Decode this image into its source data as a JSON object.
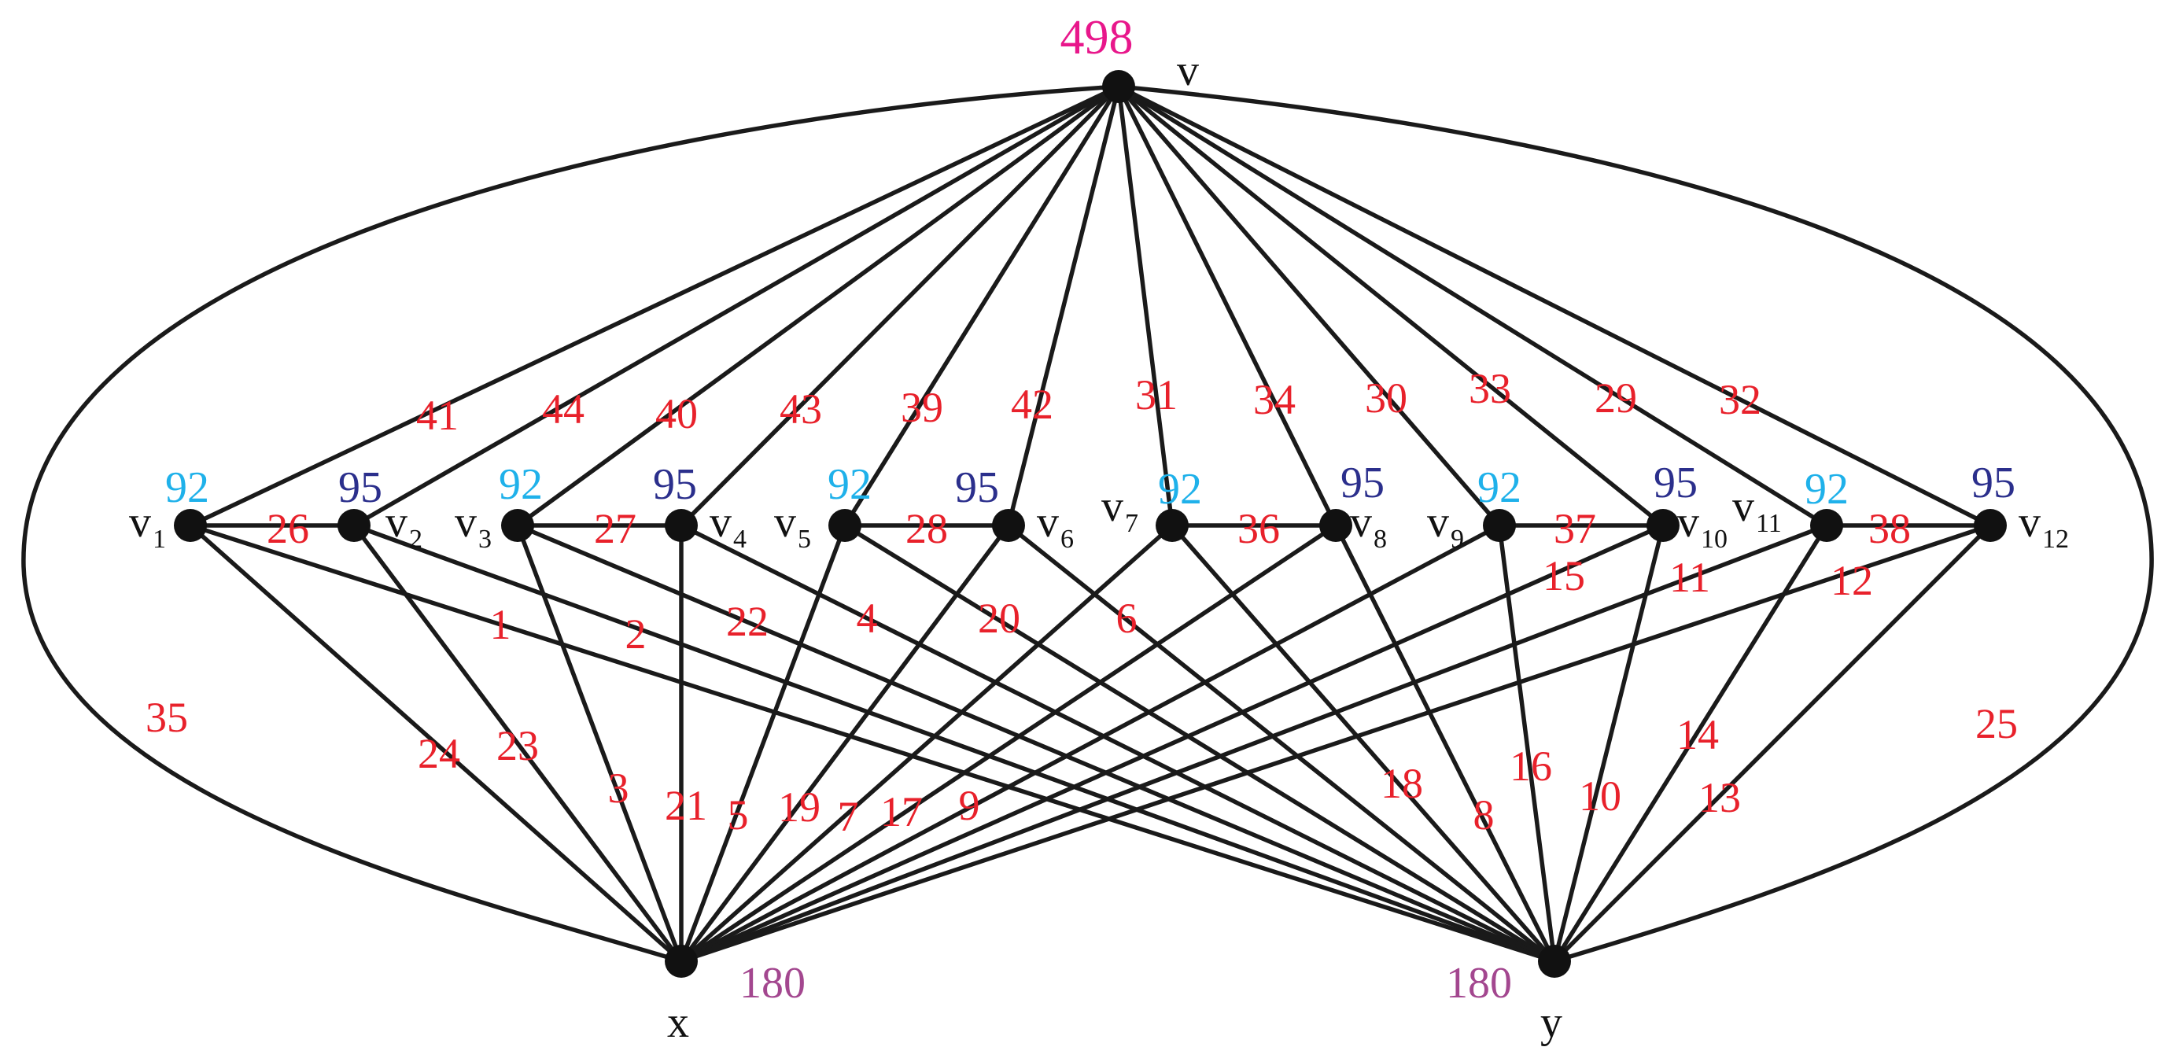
{
  "colors": {
    "edge": "#1a1a1a",
    "node": "#111111",
    "edge_label": "#e8212b",
    "weight_light": "#1fb1ea",
    "weight_dark": "#2b2f8c",
    "weight_top": "#e8178b",
    "weight_xy": "#a3478f"
  },
  "vertices": {
    "v": {
      "name": "v",
      "sub": "",
      "weight": "498"
    },
    "x": {
      "name": "x",
      "sub": "",
      "weight": "180"
    },
    "y": {
      "name": "y",
      "sub": "",
      "weight": "180"
    },
    "v1": {
      "name": "v",
      "sub": "1",
      "weight": "92"
    },
    "v2": {
      "name": "v",
      "sub": "2",
      "weight": "95"
    },
    "v3": {
      "name": "v",
      "sub": "3",
      "weight": "92"
    },
    "v4": {
      "name": "v",
      "sub": "4",
      "weight": "95"
    },
    "v5": {
      "name": "v",
      "sub": "5",
      "weight": "92"
    },
    "v6": {
      "name": "v",
      "sub": "6",
      "weight": "95"
    },
    "v7": {
      "name": "v",
      "sub": "7",
      "weight": "92"
    },
    "v8": {
      "name": "v",
      "sub": "8",
      "weight": "95"
    },
    "v9": {
      "name": "v",
      "sub": "9",
      "weight": "92"
    },
    "v10": {
      "name": "v",
      "sub": "10",
      "weight": "95"
    },
    "v11": {
      "name": "v",
      "sub": "11",
      "weight": "92"
    },
    "v12": {
      "name": "v",
      "sub": "12",
      "weight": "95"
    }
  },
  "edges": [
    {
      "from": "v",
      "to": "v1",
      "label": "41"
    },
    {
      "from": "v",
      "to": "v2",
      "label": "44"
    },
    {
      "from": "v",
      "to": "v3",
      "label": "40"
    },
    {
      "from": "v",
      "to": "v4",
      "label": "43"
    },
    {
      "from": "v",
      "to": "v5",
      "label": "39"
    },
    {
      "from": "v",
      "to": "v6",
      "label": "42"
    },
    {
      "from": "v",
      "to": "v7",
      "label": "31"
    },
    {
      "from": "v",
      "to": "v8",
      "label": "34"
    },
    {
      "from": "v",
      "to": "v9",
      "label": "30"
    },
    {
      "from": "v",
      "to": "v10",
      "label": "33"
    },
    {
      "from": "v",
      "to": "v11",
      "label": "29"
    },
    {
      "from": "v",
      "to": "v12",
      "label": "32"
    },
    {
      "from": "v1",
      "to": "v2",
      "label": "26"
    },
    {
      "from": "v3",
      "to": "v4",
      "label": "27"
    },
    {
      "from": "v5",
      "to": "v6",
      "label": "28"
    },
    {
      "from": "v7",
      "to": "v8",
      "label": "36"
    },
    {
      "from": "v9",
      "to": "v10",
      "label": "37"
    },
    {
      "from": "v11",
      "to": "v12",
      "label": "38"
    },
    {
      "from": "v1",
      "to": "x",
      "label": "24"
    },
    {
      "from": "v2",
      "to": "x",
      "label": "23"
    },
    {
      "from": "v3",
      "to": "x",
      "label": "3"
    },
    {
      "from": "v4",
      "to": "x",
      "label": "21"
    },
    {
      "from": "v5",
      "to": "x",
      "label": "5"
    },
    {
      "from": "v6",
      "to": "x",
      "label": "19"
    },
    {
      "from": "v7",
      "to": "x",
      "label": "7"
    },
    {
      "from": "v8",
      "to": "x",
      "label": "17"
    },
    {
      "from": "v9",
      "to": "x",
      "label": "9"
    },
    {
      "from": "v10",
      "to": "x",
      "label": "15"
    },
    {
      "from": "v11",
      "to": "x",
      "label": "11"
    },
    {
      "from": "v12",
      "to": "x",
      "label": "12"
    },
    {
      "from": "v1",
      "to": "y",
      "label": "1"
    },
    {
      "from": "v2",
      "to": "y",
      "label": "2"
    },
    {
      "from": "v3",
      "to": "y",
      "label": "22"
    },
    {
      "from": "v4",
      "to": "y",
      "label": "4"
    },
    {
      "from": "v5",
      "to": "y",
      "label": "20"
    },
    {
      "from": "v6",
      "to": "y",
      "label": "6"
    },
    {
      "from": "v7",
      "to": "y",
      "label": "18"
    },
    {
      "from": "v8",
      "to": "y",
      "label": "8"
    },
    {
      "from": "v9",
      "to": "y",
      "label": "16"
    },
    {
      "from": "v10",
      "to": "y",
      "label": "10"
    },
    {
      "from": "v11",
      "to": "y",
      "label": "14"
    },
    {
      "from": "v12",
      "to": "y",
      "label": "13"
    },
    {
      "from": "v",
      "to": "x",
      "label": "35",
      "curved": "left"
    },
    {
      "from": "v",
      "to": "y",
      "label": "25",
      "curved": "right"
    }
  ]
}
